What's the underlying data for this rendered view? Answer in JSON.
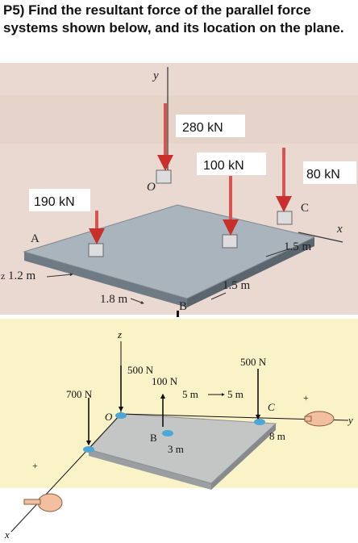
{
  "problem": {
    "text": "P5) Find the resultant force of the parallel force systems shown below, and its location on the plane."
  },
  "figure1": {
    "axes": {
      "x": "x",
      "y": "y"
    },
    "forces": {
      "f280": "280 kN",
      "f100": "100 kN",
      "f80": "80 kN",
      "f190": "190 kN"
    },
    "points": {
      "O": "O",
      "A": "A",
      "B": "B",
      "C": "C"
    },
    "dims": {
      "d12": "1.2 m",
      "d18": "1.8 m",
      "d15a": "1.5 m",
      "d15b": "1.5 m",
      "z": "z"
    },
    "colors": {
      "arrow": "#d9534f",
      "plate_top": "#a9b4bd",
      "plate_side": "#6e7a84",
      "background": "#ead9d0"
    }
  },
  "figure2": {
    "axes": {
      "x": "x",
      "y": "y",
      "z": "z"
    },
    "forces": {
      "f500a": "500 N",
      "f100": "100 N",
      "f700": "700 N",
      "f500b": "500 N"
    },
    "points": {
      "O": "O",
      "B": "B",
      "C": "C"
    },
    "dims": {
      "d5a": "5 m",
      "d5b": "5 m",
      "d3": "3 m",
      "d8": "8 m"
    },
    "colors": {
      "background": "#fbf3c8",
      "plate_top": "#c4c6c6",
      "plate_side": "#9a9ea0",
      "pad": "#4aa7d6"
    }
  }
}
